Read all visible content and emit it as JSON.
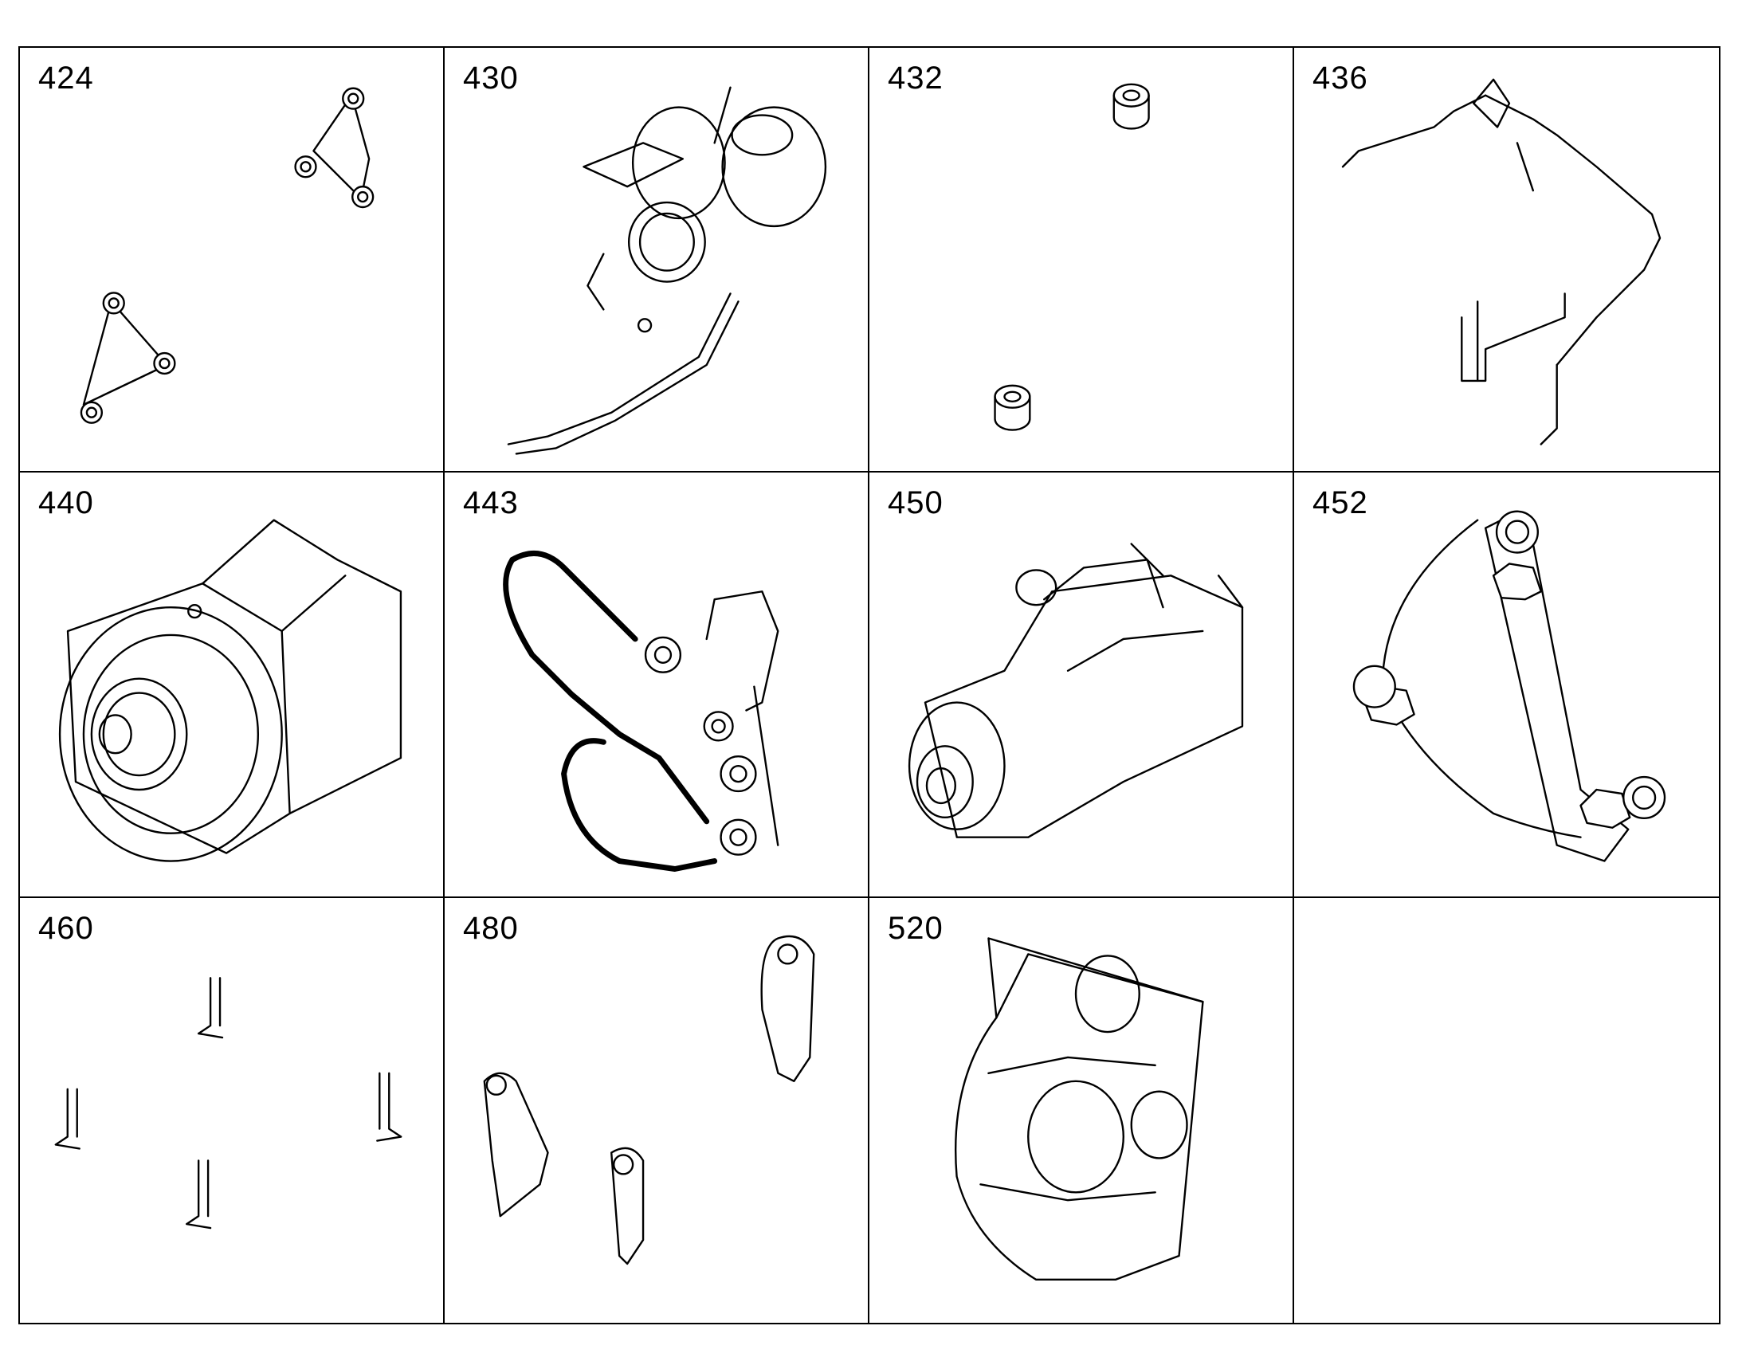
{
  "cells": [
    {
      "number": "424",
      "icon": "bolt-bracket-icon"
    },
    {
      "number": "430",
      "icon": "turbocharger-icon"
    },
    {
      "number": "432",
      "icon": "bushing-icon"
    },
    {
      "number": "436",
      "icon": "wiring-harness-icon"
    },
    {
      "number": "440",
      "icon": "alternator-icon"
    },
    {
      "number": "443",
      "icon": "belt-drive-icon"
    },
    {
      "number": "450",
      "icon": "starter-motor-icon"
    },
    {
      "number": "452",
      "icon": "bolt-bracket-icon"
    },
    {
      "number": "460",
      "icon": "clip-bracket-icon"
    },
    {
      "number": "480",
      "icon": "mounting-bracket-icon"
    },
    {
      "number": "520",
      "icon": "flywheel-housing-icon"
    },
    {
      "number": "",
      "icon": ""
    }
  ]
}
